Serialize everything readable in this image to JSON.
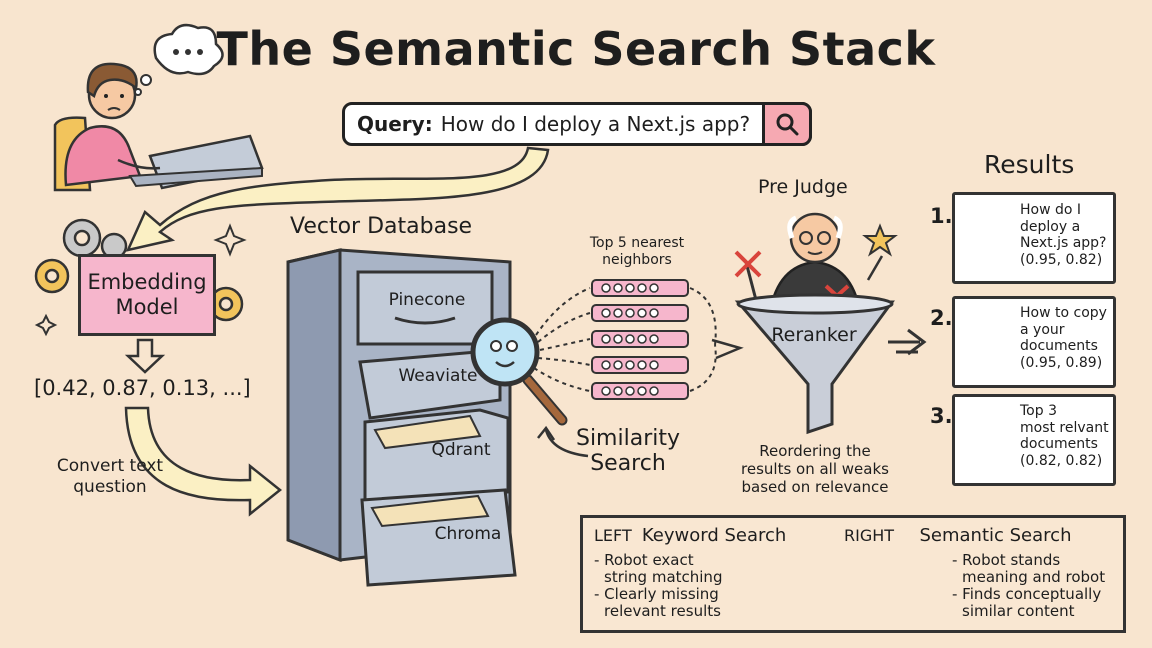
{
  "title": "The Semantic Search Stack",
  "query": {
    "label": "Query:",
    "text": "How do I deploy a Next.js app?",
    "search_icon": "search-icon"
  },
  "embedding": {
    "line1": "Embedding",
    "line2": "Model",
    "vector": "[0.42, 0.87, 0.13, ...]",
    "convert_line1": "Convert text",
    "convert_line2": "question"
  },
  "vector_db": {
    "title": "Vector Database",
    "drawers": [
      "Pinecone",
      "Weaviate",
      "Qdrant",
      "Chroma"
    ]
  },
  "neighbors": {
    "line1": "Top 5 nearest",
    "line2": "neighbors"
  },
  "similarity": {
    "line1": "Similarity",
    "line2": "Search"
  },
  "reranker": {
    "judge": "Pre Judge",
    "label": "Reranker",
    "desc_line1": "Reordering the",
    "desc_line2": "results on all weaks",
    "desc_line3": "based on relevance"
  },
  "results": {
    "title": "Results",
    "items": [
      {
        "rank": "1.",
        "lines": [
          "How do I",
          "deploy a",
          "Next.js app?",
          "(0.95, 0.82)"
        ]
      },
      {
        "rank": "2.",
        "lines": [
          "How to copy",
          "a your",
          "documents",
          "(0.95, 0.89)"
        ]
      },
      {
        "rank": "3.",
        "lines": [
          "Top 3",
          "most relvant",
          "documents",
          "(0.82, 0.82)"
        ]
      }
    ]
  },
  "comparison": {
    "left_tag": "LEFT",
    "left_title": "Keyword Search",
    "left_points": [
      "- Robot exact",
      "string matching",
      "- Clearly missing",
      "relevant results"
    ],
    "right_tag": "RIGHT",
    "right_title": "Semantic Search",
    "right_points": [
      "- Robot stands",
      "meaning and robot",
      "- Finds conceptually",
      "similar content"
    ]
  },
  "colors": {
    "background": "#f8e5cf",
    "embedding_box": "#f6b6cc",
    "search_button": "#f6a9b2",
    "cabinet": "#a9b4c6",
    "funnel": "#c9ced8",
    "arrow_fill": "#fbf0c4"
  }
}
